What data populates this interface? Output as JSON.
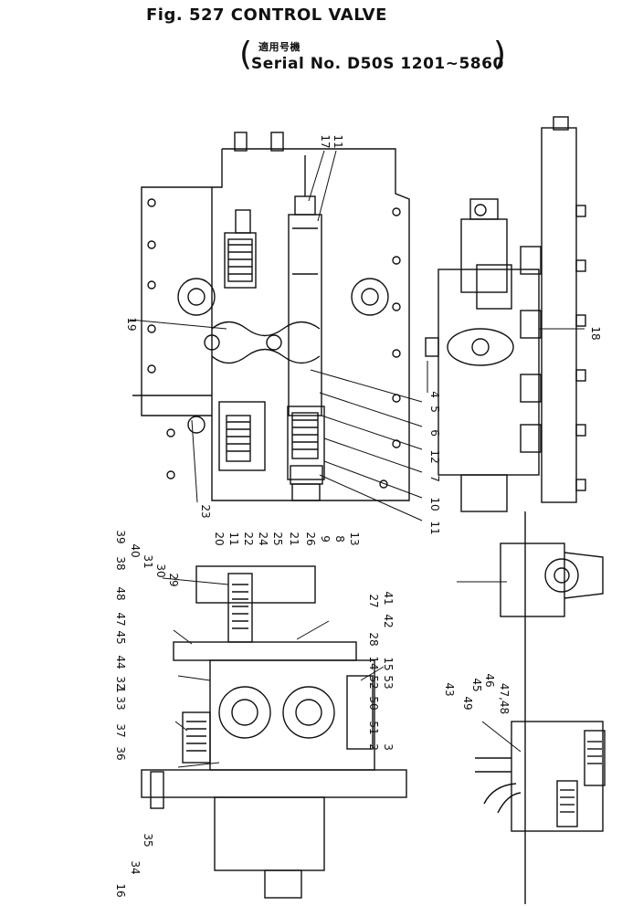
{
  "header": {
    "title": "Fig. 527  CONTROL VALVE",
    "serial_japanese": "適用号機",
    "serial_text": "Serial No. D50S 1201~5860"
  },
  "callouts": [
    {
      "id": "c17a",
      "text": "17"
    },
    {
      "id": "c11a",
      "text": "11"
    },
    {
      "id": "c19",
      "text": "19"
    },
    {
      "id": "c18",
      "text": "18"
    },
    {
      "id": "c4",
      "text": "4"
    },
    {
      "id": "c5",
      "text": "5"
    },
    {
      "id": "c6",
      "text": "6"
    },
    {
      "id": "c12",
      "text": "12"
    },
    {
      "id": "c7",
      "text": "7"
    },
    {
      "id": "c10",
      "text": "10"
    },
    {
      "id": "c11b",
      "text": "11"
    },
    {
      "id": "c23",
      "text": "23"
    },
    {
      "id": "c20",
      "text": "20"
    },
    {
      "id": "c11c",
      "text": "11"
    },
    {
      "id": "c22",
      "text": "22"
    },
    {
      "id": "c24",
      "text": "24"
    },
    {
      "id": "c25",
      "text": "25"
    },
    {
      "id": "c21",
      "text": "21"
    },
    {
      "id": "c26",
      "text": "26"
    },
    {
      "id": "c9",
      "text": "9"
    },
    {
      "id": "c8",
      "text": "8"
    },
    {
      "id": "c13",
      "text": "13"
    },
    {
      "id": "c39",
      "text": "39"
    },
    {
      "id": "c40",
      "text": "40"
    },
    {
      "id": "c31",
      "text": "31"
    },
    {
      "id": "c30",
      "text": "30"
    },
    {
      "id": "c29",
      "text": "29"
    },
    {
      "id": "c38",
      "text": "38"
    },
    {
      "id": "c48",
      "text": "48"
    },
    {
      "id": "c47",
      "text": "47"
    },
    {
      "id": "c45a",
      "text": "45"
    },
    {
      "id": "c44",
      "text": "44"
    },
    {
      "id": "c1",
      "text": "1"
    },
    {
      "id": "c27",
      "text": "27"
    },
    {
      "id": "c41",
      "text": "41"
    },
    {
      "id": "c42",
      "text": "42"
    },
    {
      "id": "c28",
      "text": "28"
    },
    {
      "id": "c14",
      "text": "14"
    },
    {
      "id": "c15",
      "text": "15"
    },
    {
      "id": "c52",
      "text": "52"
    },
    {
      "id": "c53",
      "text": "53"
    },
    {
      "id": "c50",
      "text": "50"
    },
    {
      "id": "c51",
      "text": "51"
    },
    {
      "id": "c2",
      "text": "2"
    },
    {
      "id": "c3",
      "text": "3"
    },
    {
      "id": "c32",
      "text": "32"
    },
    {
      "id": "c33",
      "text": "33"
    },
    {
      "id": "c37",
      "text": "37"
    },
    {
      "id": "c36",
      "text": "36"
    },
    {
      "id": "c35",
      "text": "35"
    },
    {
      "id": "c34",
      "text": "34"
    },
    {
      "id": "c16",
      "text": "16"
    },
    {
      "id": "c43",
      "text": "43"
    },
    {
      "id": "c49",
      "text": "49"
    },
    {
      "id": "c45b",
      "text": "45"
    },
    {
      "id": "c46",
      "text": "46"
    },
    {
      "id": "c4748",
      "text": "47,48"
    }
  ]
}
